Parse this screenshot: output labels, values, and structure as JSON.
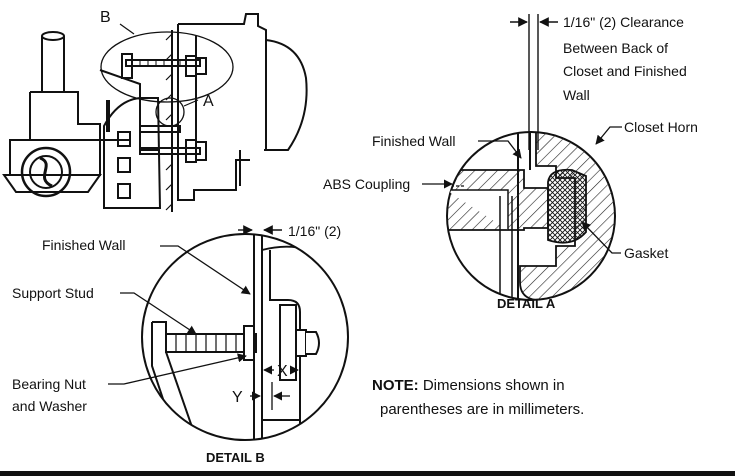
{
  "overview": {
    "callout_b": "B",
    "callout_a": "A"
  },
  "detail_a": {
    "clearance_label": [
      "1/16\" (2) Clearance",
      "Between Back of",
      "Closet and Finished",
      "Wall"
    ],
    "finished_wall": "Finished Wall",
    "closet_horn": "Closet Horn",
    "abs_coupling": "ABS Coupling",
    "gasket": "Gasket",
    "caption": "DETAIL A"
  },
  "detail_b": {
    "dimension": "1/16\" (2)",
    "finished_wall": "Finished Wall",
    "support_stud": "Support Stud",
    "bearing_nut": [
      "Bearing Nut",
      "and Washer"
    ],
    "x_label": "X",
    "y_label": "Y",
    "caption": "DETAIL B"
  },
  "note": {
    "prefix": "NOTE:",
    "line1": " Dimensions shown in",
    "line2": "parentheses are in millimeters."
  }
}
